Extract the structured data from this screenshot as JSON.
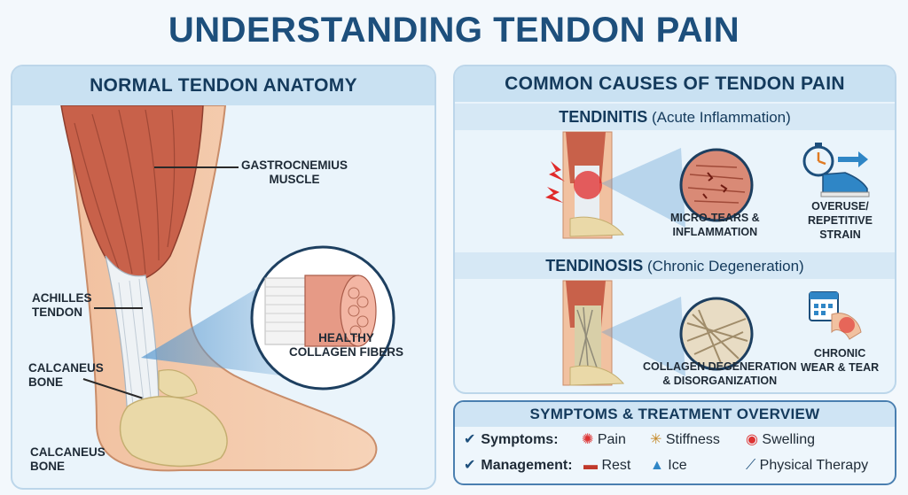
{
  "title": "UNDERSTANDING TENDON PAIN",
  "left_panel": {
    "heading": "NORMAL TENDON ANATOMY",
    "labels": {
      "gastrocnemius": "GASTROCNEMIUS\nMUSCLE",
      "achilles": "ACHILLES\nTENDON",
      "calcaneus_1": "CALCANEUS\nBONE",
      "calcaneus_2": "CALCANEUS\nBONE",
      "collagen": "HEALTHY\nCOLLAGEN FIBERS"
    }
  },
  "right_panel": {
    "heading": "COMMON CAUSES OF TENDON PAIN",
    "tendinitis": {
      "name": "TENDINITIS",
      "desc": "(Acute Inflammation)",
      "zoom_label": "MICRO-TEARS &\nINFLAMMATION",
      "cause_label": "OVERUSE/\nREPETITIVE\nSTRAIN"
    },
    "tendinosis": {
      "name": "TENDINOSIS",
      "desc": "(Chronic Degeneration)",
      "zoom_label": "COLLAGEN DEGENERATION\n& DISORGANIZATION",
      "cause_label": "CHRONIC\nWEAR & TEAR"
    }
  },
  "summary": {
    "heading": "SYMPTOMS & TREATMENT OVERVIEW",
    "symptoms_label": "Symptoms:",
    "symptoms": [
      "Pain",
      "Stiffness",
      "Swelling"
    ],
    "management_label": "Management:",
    "management": [
      "Rest",
      "Ice",
      "Physical Therapy"
    ]
  },
  "colors": {
    "title": "#1d4f7c",
    "muscle": "#c8614a",
    "tendon": "#eef2f5",
    "skin": "#f3c9a8",
    "bone": "#ead9a8",
    "inflammation": "#e02a2a",
    "accent_blue": "#2f86c6"
  },
  "icons": [
    "stopwatch-icon",
    "sneaker-icon",
    "calendar-icon",
    "pain-icon",
    "stiffness-icon",
    "swelling-icon",
    "bed-icon",
    "ice-pack-icon",
    "exercise-band-icon"
  ]
}
